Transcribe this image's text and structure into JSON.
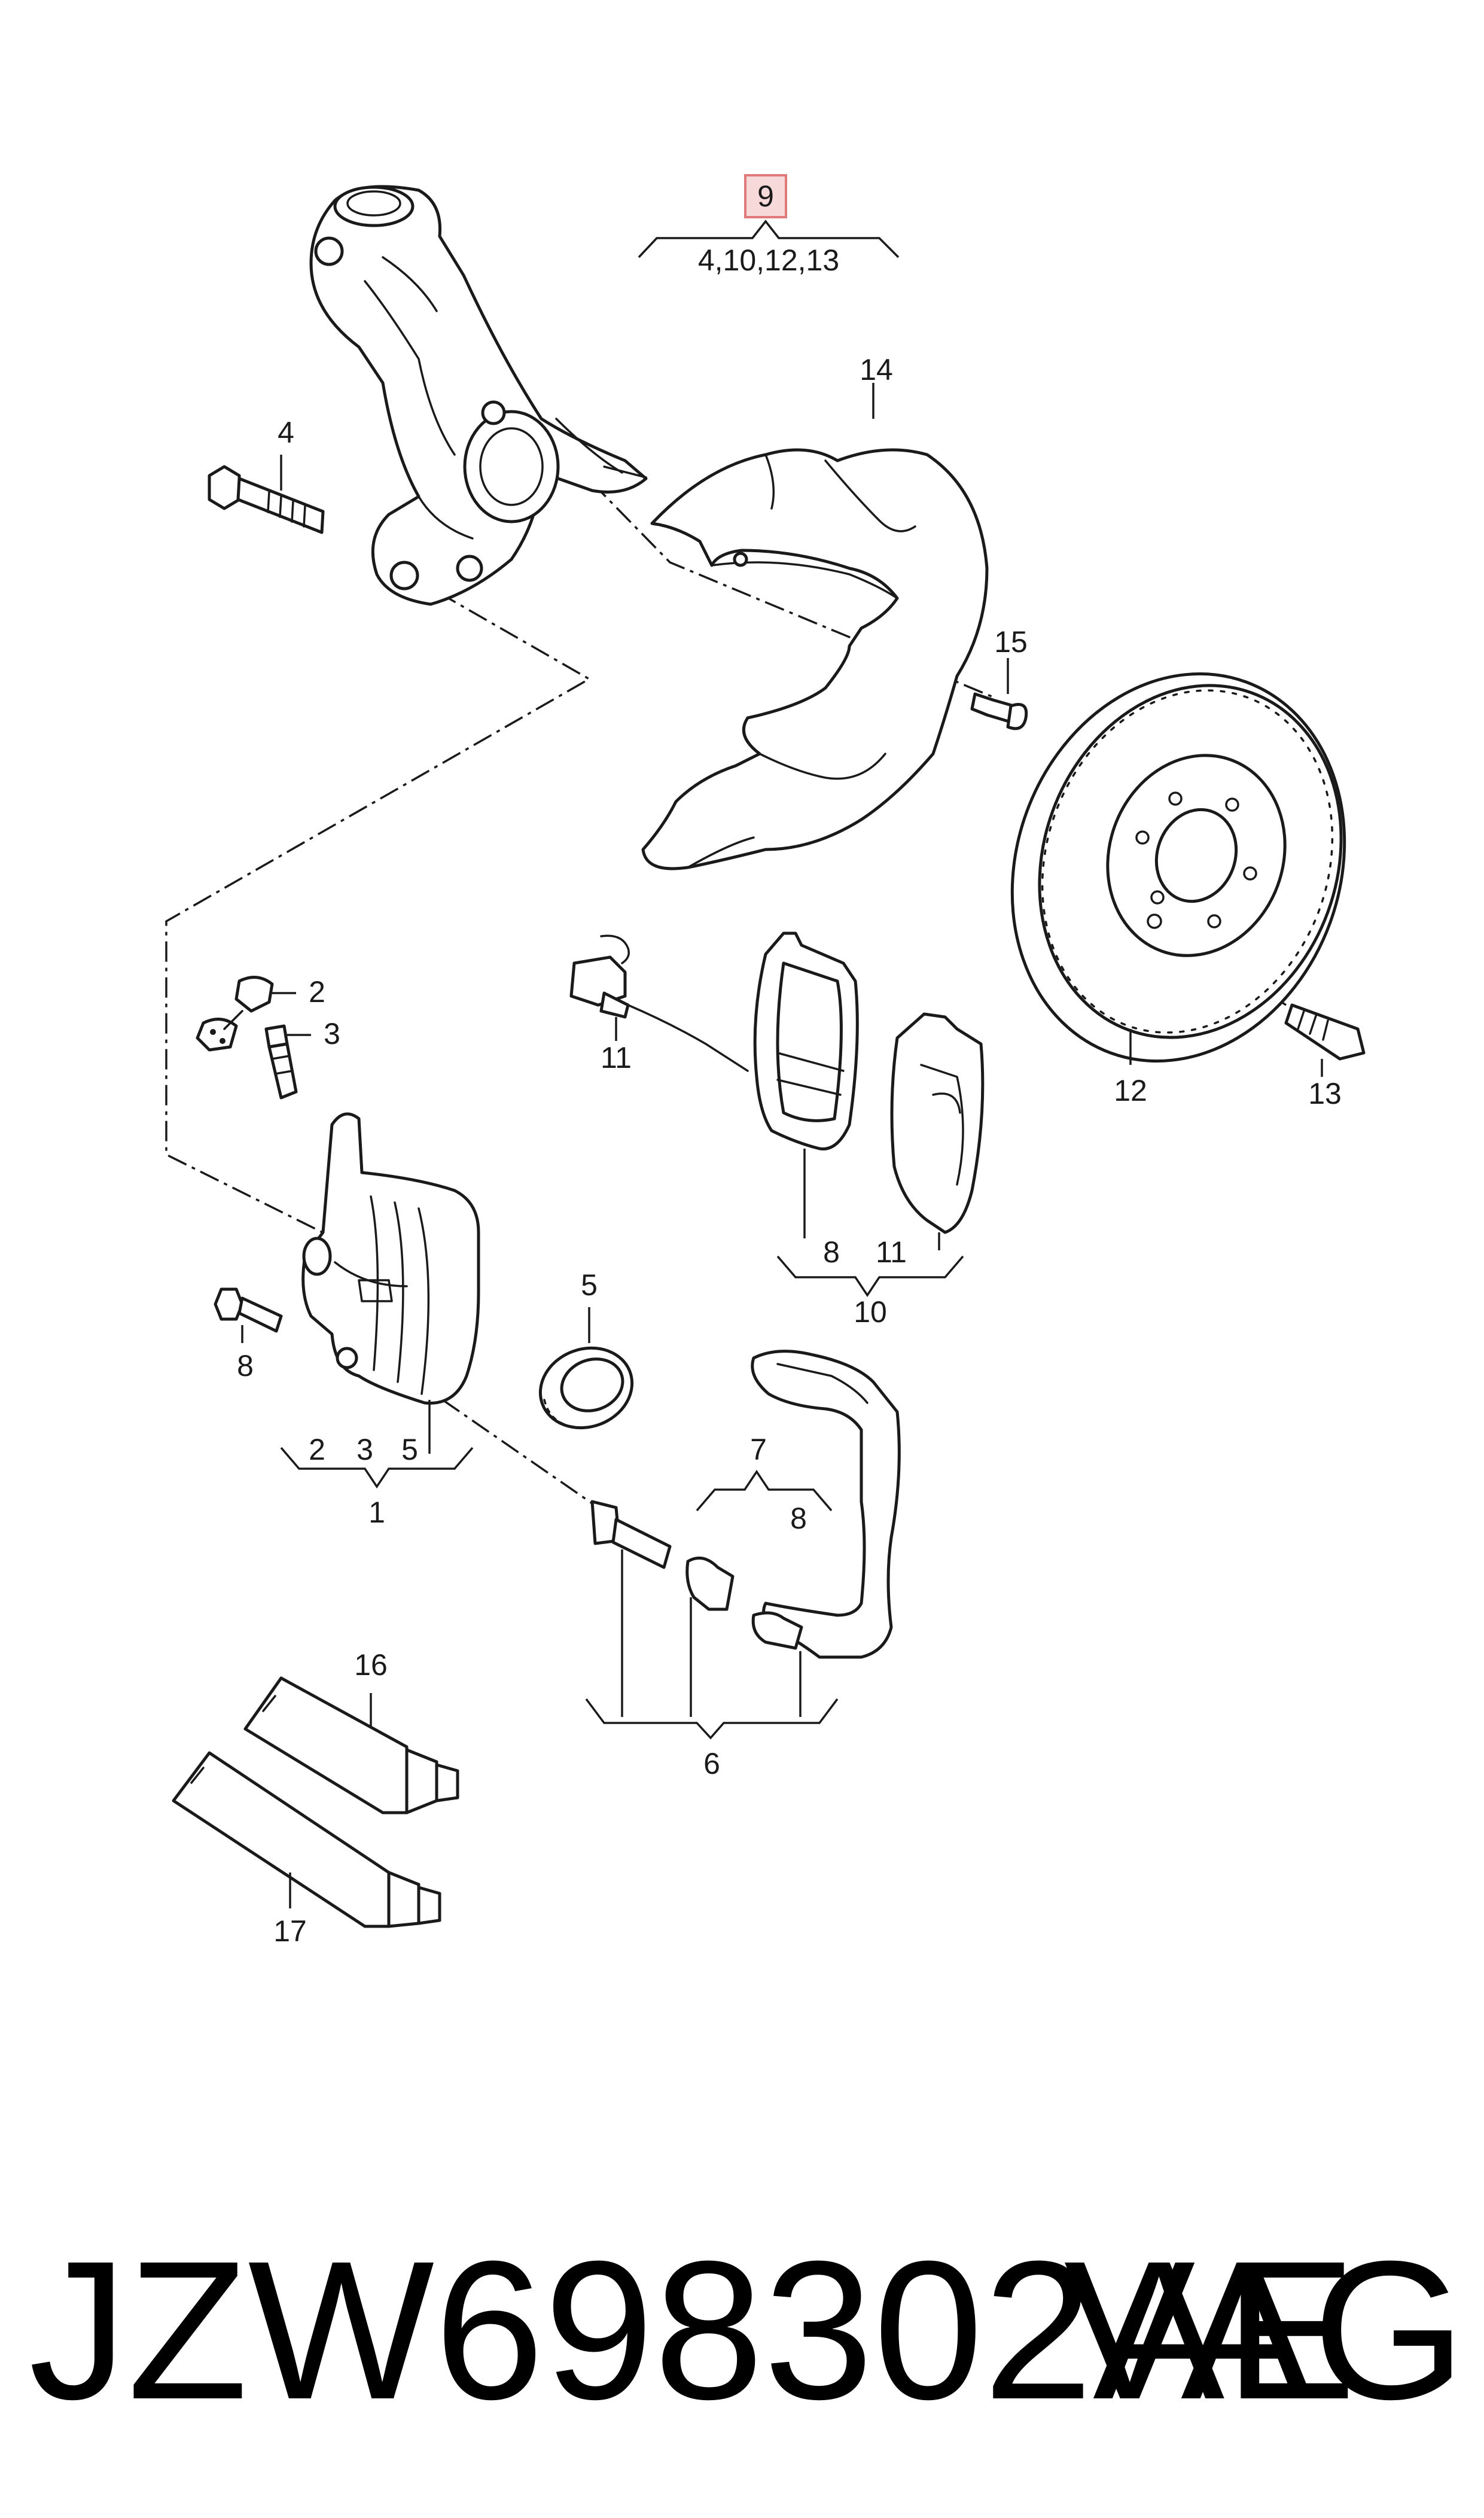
{
  "callouts": {
    "c1": "1",
    "c2a": "2",
    "c2b": "2",
    "c3a": "3",
    "c3b": "3",
    "c4a": "4",
    "c5a": "5",
    "c5b": "5",
    "c6": "6",
    "c7": "7",
    "c8a": "8",
    "c8b": "8",
    "c8c": "8",
    "c9": "9",
    "c9_refs": "4,10,12,13",
    "c10": "10",
    "c11a": "11",
    "c11b": "11",
    "c12": "12",
    "c13": "13",
    "c14": "14",
    "c15": "15",
    "c16": "16",
    "c17": "17"
  },
  "footer": {
    "part_number": "JZW698302AE",
    "brand": "VAG"
  },
  "colors": {
    "line": "#1a1a1a",
    "highlight_box_fill": "#f7d9d9",
    "highlight_box_stroke": "#e07a7a"
  }
}
